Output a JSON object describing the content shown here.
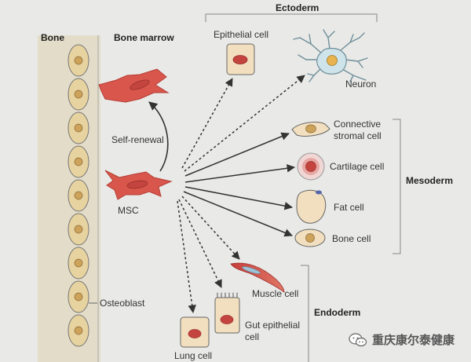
{
  "headers": {
    "bone": "Bone",
    "bone_marrow": "Bone marrow",
    "ectoderm": "Ectoderm",
    "mesoderm": "Mesoderm",
    "endoderm": "Endoderm"
  },
  "labels": {
    "self_renewal": "Self-renewal",
    "msc": "MSC",
    "osteoblast": "Osteoblast",
    "epithelial_cell": "Epithelial cell",
    "neuron": "Neuron",
    "connective_line1": "Connective",
    "connective_line2": "stromal cell",
    "cartilage_cell": "Cartilage cell",
    "fat_cell": "Fat cell",
    "bone_cell": "Bone cell",
    "muscle_cell": "Muscle cell",
    "gut_line1": "Gut epithelial",
    "gut_line2": "cell",
    "lung_cell": "Lung cell"
  },
  "watermark": {
    "text": "重庆康尔泰健康",
    "icon": "wechat-icon"
  },
  "colors": {
    "background": "#e9e9e7",
    "bone_cell_fill": "#e7d3a0",
    "bone_nucleus": "#cda25a",
    "msc_red": "#d8564b",
    "nucleus_red": "#c4453f",
    "cell_beige": "#f2dfbf",
    "neuron_blue": "#cfe4ea",
    "arrow": "#3a3a3a"
  }
}
